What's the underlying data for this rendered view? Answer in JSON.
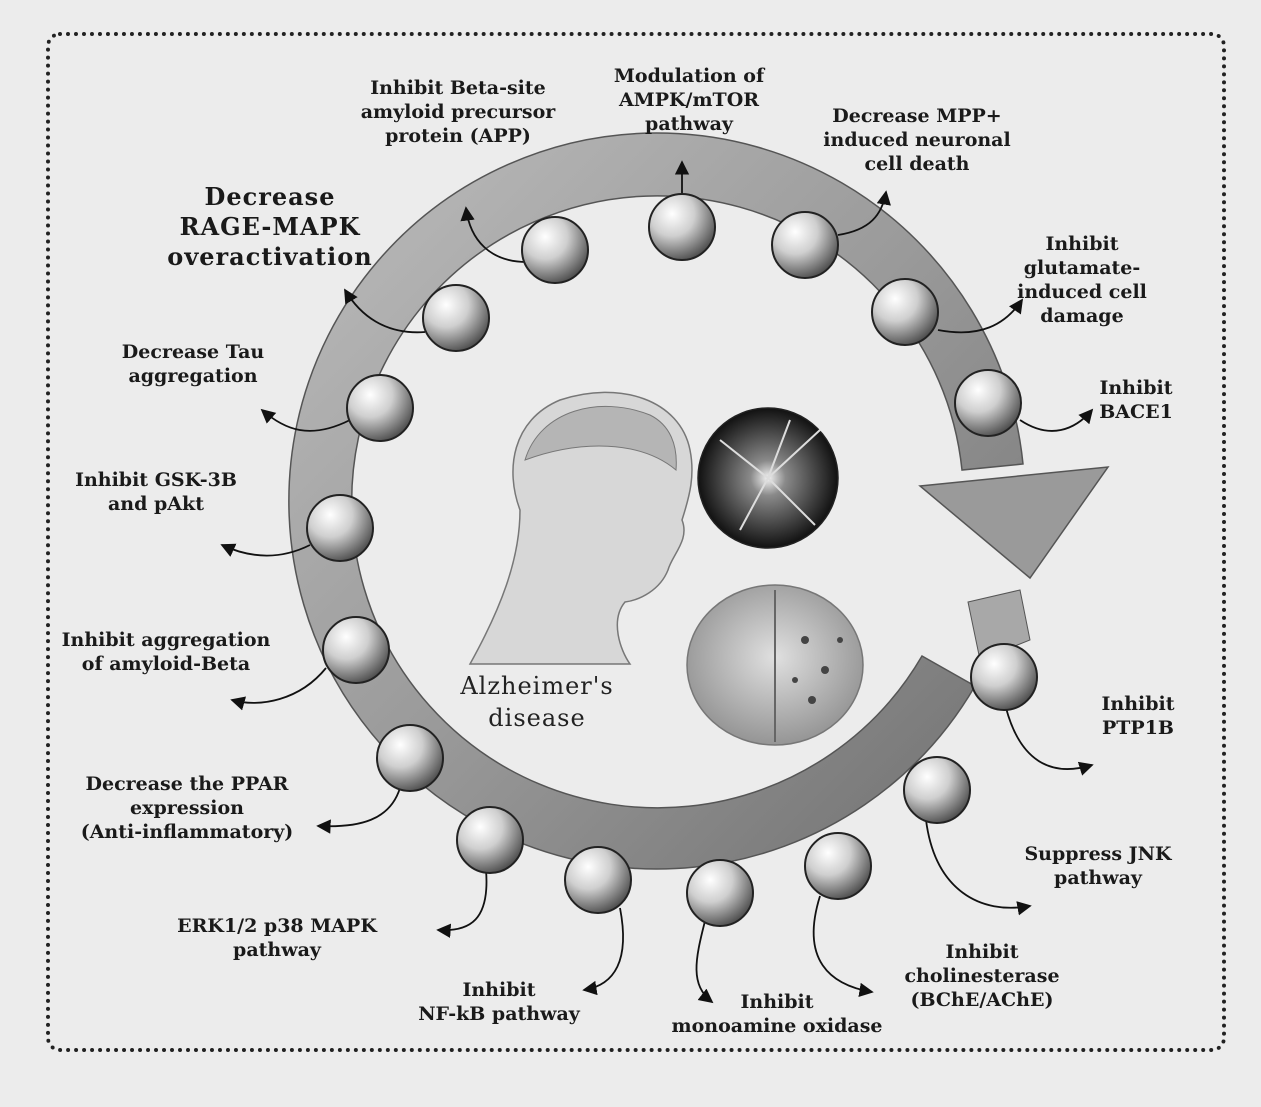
{
  "center_title": "Alzheimer's\ndisease",
  "labels": {
    "ampk": "Modulation of\nAMPK/mTOR\npathway",
    "app": "Inhibit Beta-site\namyloid precursor\nprotein (APP)",
    "mpp": "Decrease MPP+\ninduced neuronal\ncell death",
    "rage": "Decrease\nRAGE-MAPK\noveractivation",
    "glutamate": "Inhibit glutamate-\ninduced cell damage",
    "tau": "Decrease Tau\naggregation",
    "bace1": "Inhibit BACE1",
    "gsk": "Inhibit GSK-3B\nand pAkt",
    "amyloid": "Inhibit aggregation\nof amyloid-Beta",
    "ptp1b": "Inhibit\nPTP1B",
    "ppar": "Decrease the PPAR\nexpression\n(Anti-inflammatory)",
    "jnk": "Suppress JNK\npathway",
    "erk": "ERK1/2 p38 MAPK\npathway",
    "che": "Inhibit\ncholinesterase\n(BChE/AChE)",
    "nfkb": "Inhibit\nNF-kB pathway",
    "mao": "Inhibit\nmonoamine oxidase"
  },
  "colors": {
    "ring": "#9a9a9a",
    "ring_dark": "#6f6f6f",
    "frame": "#222222",
    "text": "#1a1a1a"
  }
}
